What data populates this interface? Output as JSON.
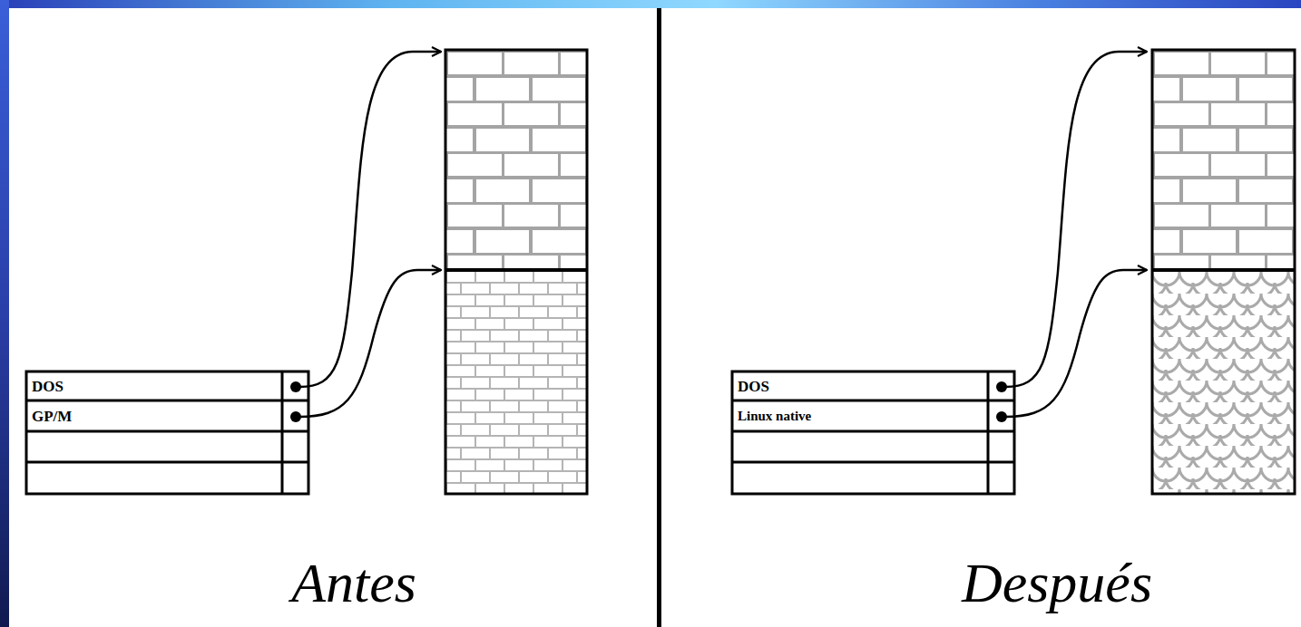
{
  "diagram": {
    "nodes": [
      {
        "text": [
          "DOS"
        ]
      },
      {
        "text": [
          "GP/M"
        ]
      },
      {
        "text": [
          "DOS"
        ]
      },
      {
        "text": [
          "Linux native"
        ]
      }
    ],
    "labels": [
      "Antes",
      "Después"
    ]
  }
}
